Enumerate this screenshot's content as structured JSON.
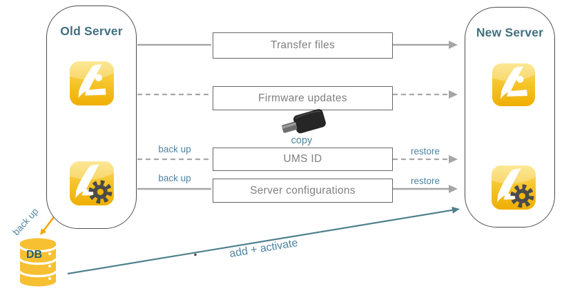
{
  "diagram": {
    "old_server": {
      "title": "Old Server"
    },
    "new_server": {
      "title": "New Server"
    },
    "flows": [
      {
        "label": "Transfer files",
        "line_style": "solid"
      },
      {
        "label": "Firmware updates",
        "line_style": "dashed"
      },
      {
        "label": "UMS ID",
        "line_style": "dashed",
        "left_label": "back up",
        "right_label": "restore"
      },
      {
        "label": "Server configurations",
        "line_style": "solid",
        "left_label": "back up",
        "right_label": "restore"
      }
    ],
    "usb": {
      "icon": "usb-adapter-icon",
      "caption": "copy"
    },
    "database": {
      "icon": "database-cylinder-icon",
      "label": "DB",
      "backup_label": "back up"
    },
    "migration_arrow": {
      "label": "add + activate"
    },
    "icons": {
      "old_server": [
        "ums-app-icon",
        "ums-config-icon"
      ],
      "new_server": [
        "ums-app-icon",
        "ums-config-icon"
      ]
    },
    "colors": {
      "heading_teal": "#41707f",
      "label_blue": "#4d83a1",
      "arrow_gray": "#a6a6a6",
      "accent_orange": "#f7a600",
      "teal_arrow": "#4e808d",
      "icon_yellow": "#f2b705",
      "box_border_gray": "#646464",
      "box_text_gray": "#7f7f7f",
      "gear_gray": "#4b4b4b",
      "usb_black": "#262626",
      "db_yellow": "#f6c032"
    }
  }
}
